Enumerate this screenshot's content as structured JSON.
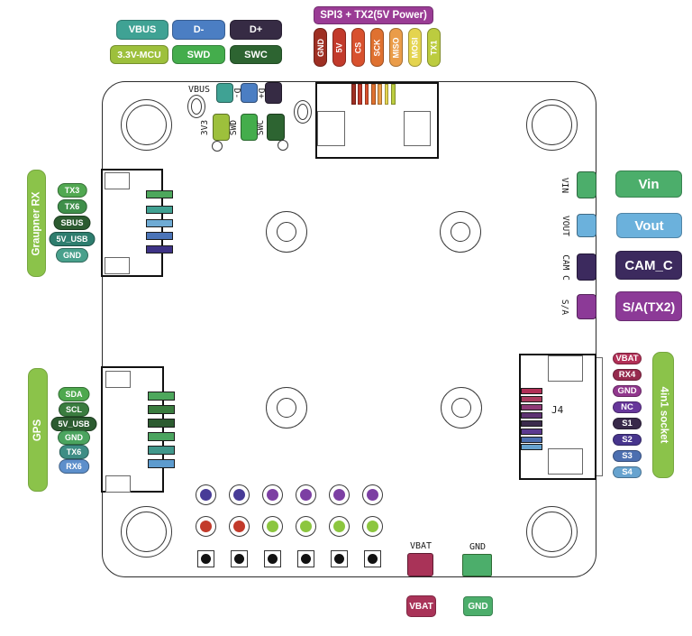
{
  "usb_legend": {
    "rows": [
      [
        {
          "label": "VBUS",
          "color": "#3FA294"
        },
        {
          "label": "D-",
          "color": "#4B7EC3"
        },
        {
          "label": "D+",
          "color": "#362B44"
        }
      ],
      [
        {
          "label": "3.3V-MCU",
          "color": "#9DC03C"
        },
        {
          "label": "SWD",
          "color": "#44AD4C"
        },
        {
          "label": "SWC",
          "color": "#2D6431"
        }
      ]
    ]
  },
  "spi3": {
    "title": "SPI3 + TX2(5V Power)",
    "title_color": "#9A3C95",
    "pins": [
      {
        "label": "GND",
        "color": "#9E2F23"
      },
      {
        "label": "5V",
        "color": "#C23A2B"
      },
      {
        "label": "CS",
        "color": "#D8512E"
      },
      {
        "label": "SCK",
        "color": "#DF7130"
      },
      {
        "label": "MISO",
        "color": "#EA9C49"
      },
      {
        "label": "MOSI",
        "color": "#E4D44F"
      },
      {
        "label": "TX1",
        "color": "#BCCC3F"
      }
    ]
  },
  "board_top": {
    "labels": {
      "vbus": "VBUS",
      "dminus": "D-",
      "dplus": "D+",
      "v33": "3V3",
      "swd": "SWD",
      "swc": "SWC"
    },
    "pad_colors": {
      "vbus": "#3FA294",
      "dminus": "#4B7EC3",
      "dplus": "#362B44",
      "v33": "#9DC03C",
      "swd": "#44AD4C",
      "swc": "#2D6431"
    }
  },
  "graupner": {
    "title": "Graupner RX",
    "title_color": "#8BC34A",
    "pins": [
      {
        "label": "TX3",
        "color": "#51A851"
      },
      {
        "label": "TX6",
        "color": "#3F8F4A"
      },
      {
        "label": "SBUS",
        "color": "#2C5B30"
      },
      {
        "label": "5V_USB",
        "color": "#2E7D6E"
      },
      {
        "label": "GND",
        "color": "#49A08C"
      }
    ],
    "wire_colors": [
      "#4DA75C",
      "#41A192",
      "#6FABD4",
      "#4B74B8",
      "#3E3386"
    ]
  },
  "gps": {
    "title": "GPS",
    "title_color": "#8BC34A",
    "pins": [
      {
        "label": "SDA",
        "color": "#4EA84E"
      },
      {
        "label": "SCL",
        "color": "#3A7C3F"
      },
      {
        "label": "5V_USB",
        "color": "#2C5B30"
      },
      {
        "label": "GND",
        "color": "#4BA45F"
      },
      {
        "label": "TX6",
        "color": "#3E8D85"
      },
      {
        "label": "RX6",
        "color": "#5D8FCB"
      }
    ],
    "wire_colors": [
      "#4DA75C",
      "#3A7C3F",
      "#2C5B30",
      "#4BA45F",
      "#41978B",
      "#5D9BCE"
    ]
  },
  "right_io": [
    {
      "pin": "VIN",
      "legend": "Vin",
      "color": "#4CAE6B"
    },
    {
      "pin": "VOUT",
      "legend": "Vout",
      "color": "#6BB1DC"
    },
    {
      "pin": "CAM C",
      "legend": "CAM_C",
      "color": "#3C2A5E"
    },
    {
      "pin": "S/A",
      "legend": "S/A(TX2)",
      "color": "#8C3A97"
    }
  ],
  "j4": {
    "label": "J4",
    "wire_colors": [
      "#B23057",
      "#AC3C60",
      "#8F3A77",
      "#5E3372",
      "#3B2B4C",
      "#5C3A90",
      "#4C6FB0",
      "#67A3CF"
    ]
  },
  "socket4in1": {
    "title": "4in1 socket",
    "title_color": "#8BC34A",
    "pins": [
      {
        "label": "VBAT",
        "color": "#B23057"
      },
      {
        "label": "RX4",
        "color": "#962B4E"
      },
      {
        "label": "GND",
        "color": "#91378D"
      },
      {
        "label": "NC",
        "color": "#67379B"
      },
      {
        "label": "S1",
        "color": "#38294A"
      },
      {
        "label": "S2",
        "color": "#47358D"
      },
      {
        "label": "S3",
        "color": "#4C6FB0"
      },
      {
        "label": "S4",
        "color": "#67A3CF"
      }
    ]
  },
  "bottom_grid": {
    "row1_colors": [
      "#473B97",
      "#473B97",
      "#7C3FA3",
      "#7C3FA3",
      "#7C3FA3",
      "#7C3FA3"
    ],
    "row2_colors": [
      "#C23A2B",
      "#C23A2B",
      "#8CC63F",
      "#8CC63F",
      "#8CC63F",
      "#8CC63F"
    ],
    "row3_color": "#111111"
  },
  "power": {
    "vbat_label": "VBAT",
    "vbat_color": "#A93358",
    "gnd_label": "GND",
    "gnd_color": "#4CAE6B"
  }
}
